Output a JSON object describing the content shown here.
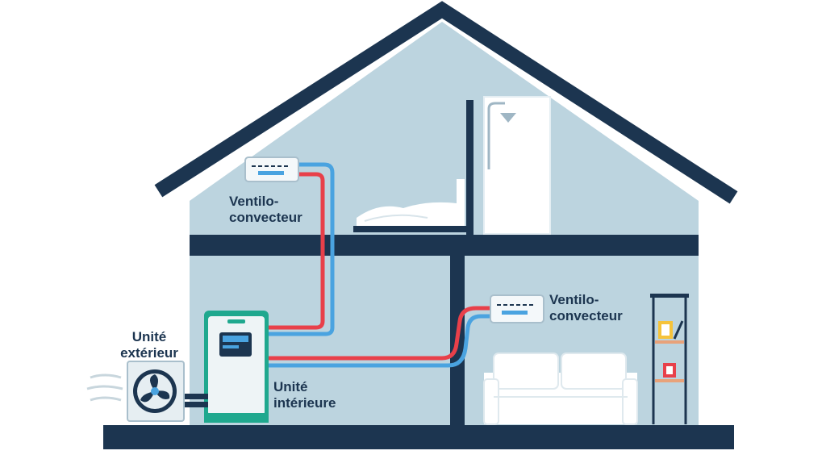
{
  "labels": {
    "fan_coil_upper": {
      "line1": "Ventilo-",
      "line2": "convecteur"
    },
    "fan_coil_lower": {
      "line1": "Ventilo-",
      "line2": "convecteur"
    },
    "outdoor_unit": {
      "line1": "Unité",
      "line2": "extérieur"
    },
    "indoor_unit": {
      "line1": "Unité",
      "line2": "intérieure"
    }
  },
  "colors": {
    "structure": "#1c3550",
    "wall": "#bcd4df",
    "hot_pipe": "#e8404a",
    "cold_pipe": "#4aa3e0",
    "unit_accent": "#1fa88e"
  }
}
